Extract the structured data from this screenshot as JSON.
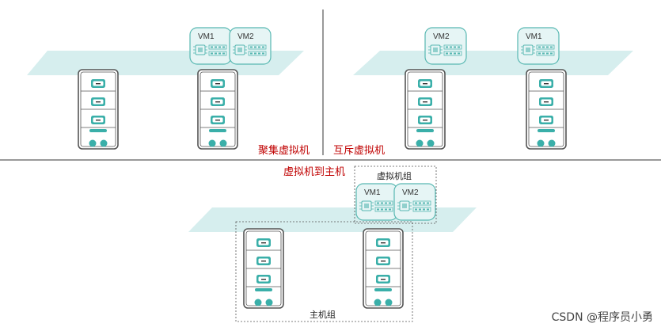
{
  "labels": {
    "affinity": "聚集虚拟机",
    "anti_affinity": "互斥虚拟机",
    "vm_to_host": "虚拟机到主机",
    "vm_group": "虚拟机组",
    "host_group": "主机组"
  },
  "vms": {
    "vm1": "VM1",
    "vm2": "VM2"
  },
  "watermark": "CSDN @程序员小勇",
  "colors": {
    "plane": "#d6eeee",
    "server_stroke": "#555555",
    "teal": "#3aafa9",
    "vm_fill": "#e6f5f5",
    "vm_stroke": "#58b8b2",
    "label_red": "#c00000"
  }
}
